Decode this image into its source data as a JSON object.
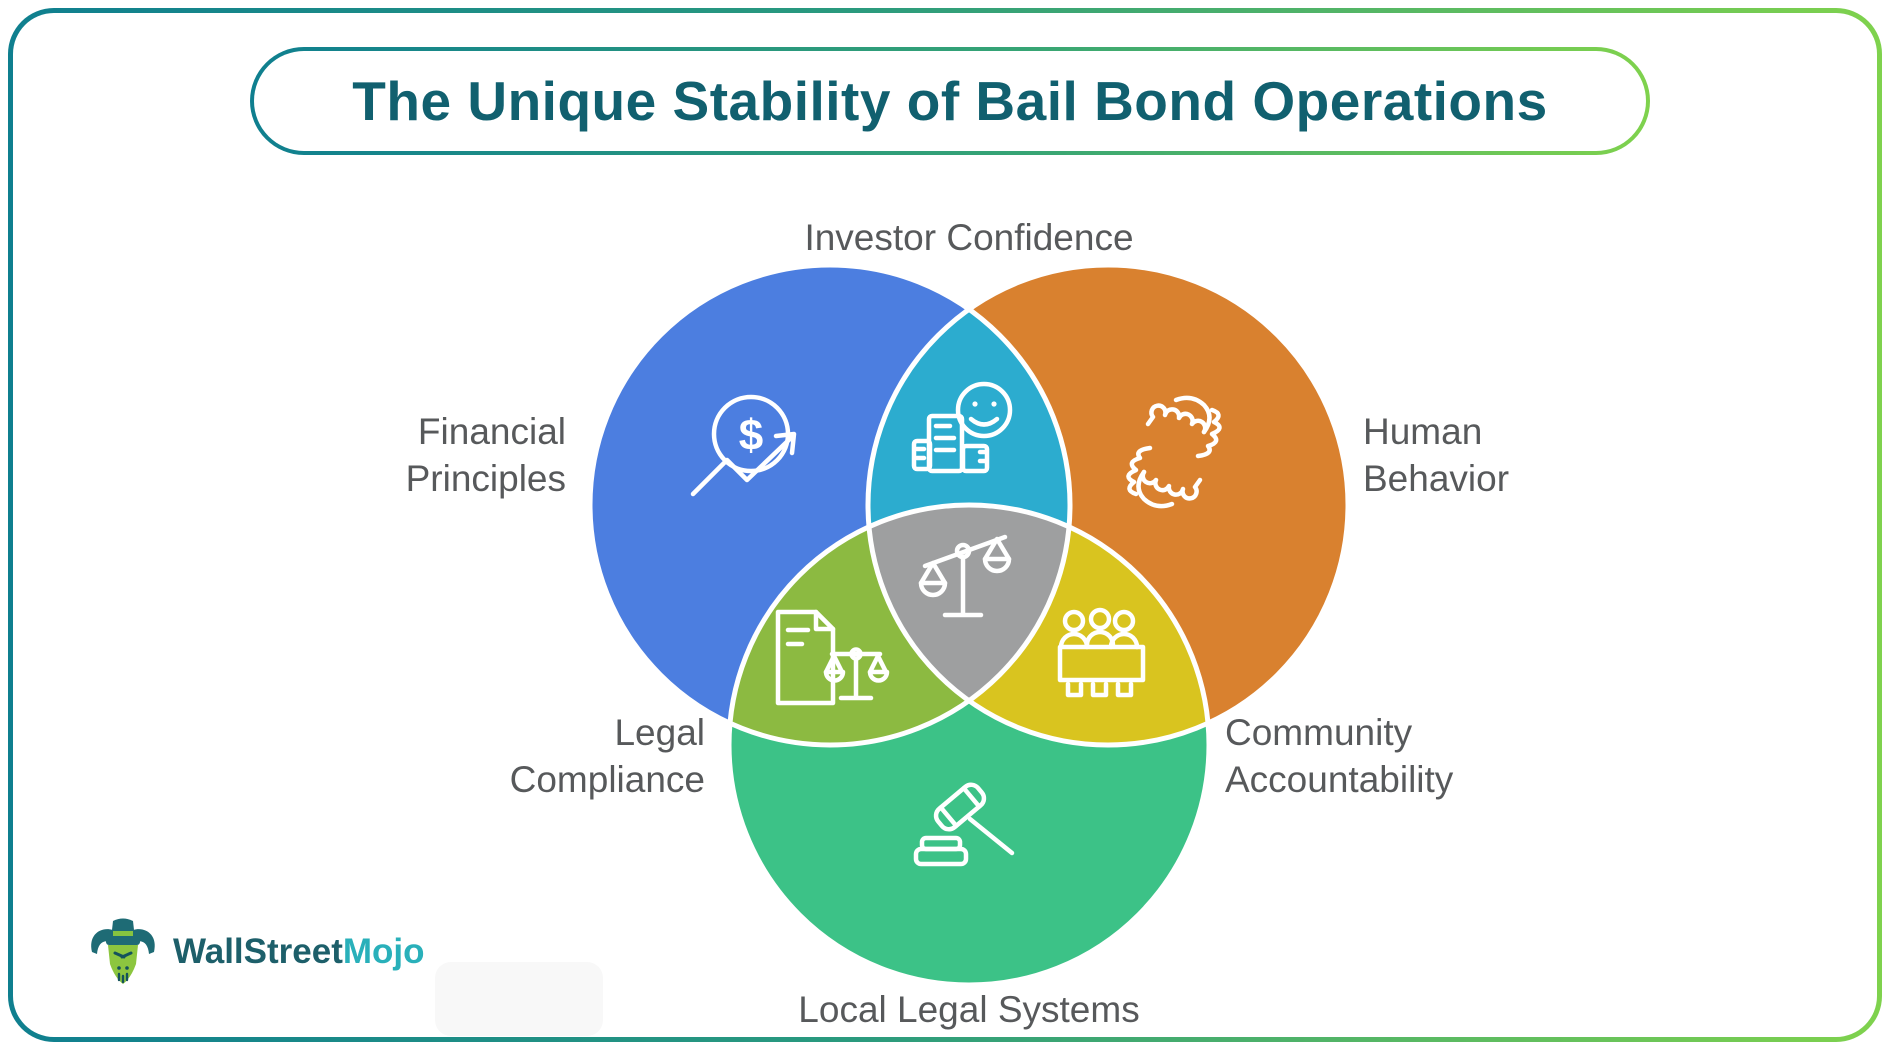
{
  "title": "The Unique Stability of Bail Bond Operations",
  "brand": {
    "name_primary": "WallStreet",
    "name_secondary": "Mojo",
    "logo": "bull-top-hat-icon",
    "color_primary": "#1d5f6a",
    "color_secondary": "#29b0ba"
  },
  "theme": {
    "background": "#ffffff",
    "frame_gradient_start": "#0f7f8f",
    "frame_gradient_end": "#7fd24d",
    "title_color": "#11606f",
    "label_color": "#57595b",
    "region_divider": "#ffffff"
  },
  "icons": {
    "dollar_symbol": "$"
  },
  "venn": {
    "sets": [
      {
        "label": "Financial\nPrinciples",
        "color": "#4c7ee0",
        "icon": "dollar-growth-icon"
      },
      {
        "label": "Human\nBehavior",
        "color": "#d9812f",
        "icon": "handshake-icon"
      },
      {
        "label": "Local Legal Systems",
        "color": "#3cc287",
        "icon": "gavel-icon"
      }
    ],
    "overlaps": [
      {
        "label": "Investor Confidence",
        "color": "#2caccf",
        "icon": "satisfaction-report-icon",
        "between": [
          "Financial Principles",
          "Human Behavior"
        ]
      },
      {
        "label": "Legal\nCompliance",
        "color": "#8cba41",
        "icon": "document-scales-icon",
        "between": [
          "Financial Principles",
          "Local Legal Systems"
        ]
      },
      {
        "label": "Community\nAccountability",
        "color": "#d9c41f",
        "icon": "community-table-icon",
        "between": [
          "Human Behavior",
          "Local Legal Systems"
        ]
      }
    ],
    "center": {
      "color": "#9e9fa0",
      "icon": "balance-scale-icon"
    }
  }
}
